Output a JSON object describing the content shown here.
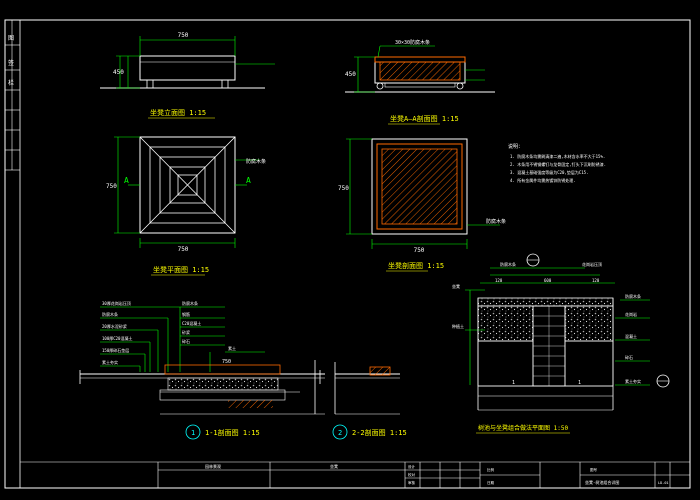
{
  "colors": {
    "background": "#000000",
    "line": "#ffffff",
    "dim": "#00ff00",
    "label": "#ffff00",
    "hatch": "#ff6a00",
    "title": "#00ffff",
    "note": "#ffffff",
    "magenta": "#ff00ff"
  },
  "views": {
    "front_elevation": {
      "title": "坐凳立面图  1:15",
      "dim_top": "750",
      "dim_left": "450"
    },
    "section_aa": {
      "title": "坐凳A—A剖面图  1:15",
      "dim_left": "450",
      "callout": "30×30防腐木条"
    },
    "plan": {
      "title": "坐凳平面图  1:15",
      "dim_bottom": "750",
      "dim_left": "750",
      "section_mark_left": "A",
      "section_mark_right": "A",
      "label_right": "防腐木条"
    },
    "plan_section": {
      "title": "坐凳剖面图  1:15",
      "dim_bottom": "750",
      "dim_left": "750",
      "callout": "防腐木条"
    }
  },
  "notes": {
    "heading": "说明：",
    "items": [
      "1. 防腐木条均需刷清漆二遍,木材含水率不大于15%.",
      "2. 木条用不锈钢螺钉与龙骨固定,钉头下沉刷防锈漆.",
      "3. 混凝土基础强度等级为C20,垫层为C15.",
      "4. 所有金属件均需热镀锌防锈处理."
    ]
  },
  "detail_1": {
    "number": "1",
    "title": "1-1剖面图  1:15",
    "labels": [
      "30厚花岗岩压顶",
      "防腐木条",
      "20厚水泥砂浆",
      "100厚C20混凝土",
      "150厚碎石垫层",
      "素土夯实"
    ],
    "right_labels": [
      "防腐木条",
      "钢筋",
      "C20混凝土",
      "砂浆",
      "碎石",
      "素土"
    ],
    "dim": "750"
  },
  "detail_2": {
    "number": "2",
    "title": "2-2剖面图  1:15"
  },
  "tree_pool": {
    "title": "树池与坐凳组合做法平面图  1:50",
    "top_label": "防腐木条",
    "top_right_label": "花岗岩压顶",
    "dims": [
      "120",
      "600",
      "120"
    ],
    "right_labels": [
      "防腐木条",
      "花岗岩",
      "混凝土",
      "碎石",
      "素土夯实"
    ],
    "left_labels": [
      "坐凳",
      "种植土"
    ],
    "section_marks": [
      "1",
      "1"
    ]
  },
  "title_block": {
    "project": "园林景观",
    "drawing_name": "坐凳",
    "label_design": "设计",
    "label_check": "校对",
    "label_approve": "审核",
    "label_scale": "比例",
    "label_date": "日期",
    "label_sheet": "图号",
    "sheet_title": "坐凳-树池组合详图",
    "sheet_no": "LD-01"
  },
  "left_strip": [
    "图",
    "签",
    "栏"
  ]
}
